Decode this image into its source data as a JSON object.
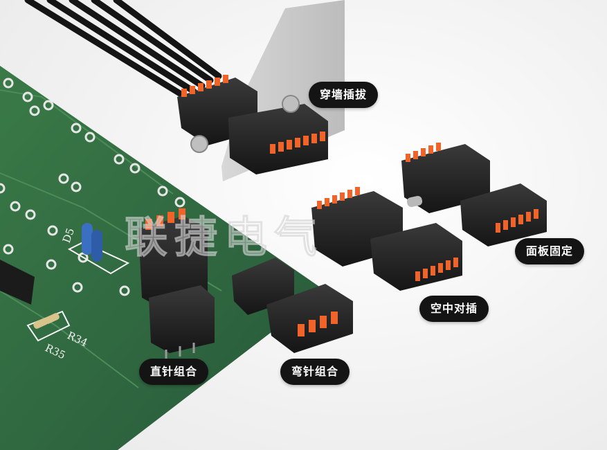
{
  "labels": {
    "through_wall": "穿墙插拔",
    "panel_fixed": "面板固定",
    "mid_air": "空中对插",
    "straight_pin": "直针组合",
    "bent_pin": "弯针组合"
  },
  "watermark": "联捷电气",
  "pcb_silkscreen": {
    "d5": "D5",
    "r34": "R34",
    "r35": "R35"
  },
  "colors": {
    "pcb_green": "#2f6b3c",
    "terminal_orange": "#f0642a",
    "housing_black": "#1d1d1d",
    "label_bg": "#141414"
  }
}
